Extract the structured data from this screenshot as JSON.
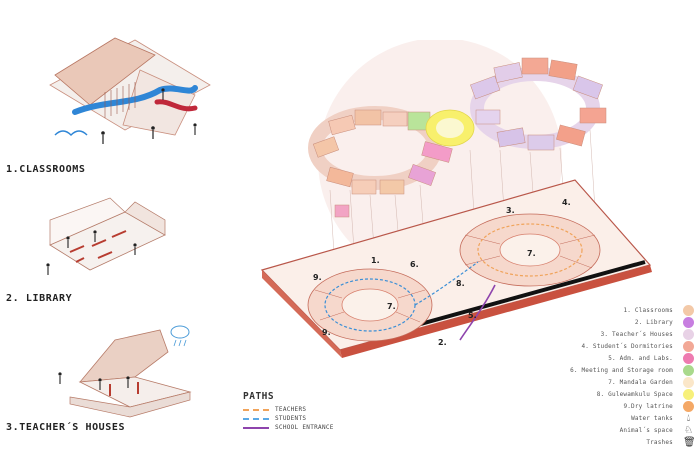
{
  "sections": {
    "classrooms": "1.CLASSROOMS",
    "library": "2. LIBRARY",
    "teachers_houses": "3.TEACHER´S HOUSES"
  },
  "paths": {
    "title": "PATHS",
    "items": [
      {
        "label": "TEACHERS",
        "color": "#f0a35a"
      },
      {
        "label": "STUDENTS",
        "color": "#5aa9e6"
      },
      {
        "label": "SCHOOL ENTRANCE",
        "color": "#8e44ad"
      }
    ]
  },
  "legend": [
    {
      "label": "1. Classrooms",
      "color": "#f3c9a8",
      "icon": "dot"
    },
    {
      "label": "2. Library",
      "color": "#c77ee0",
      "icon": "dot"
    },
    {
      "label": "3. Teacher´s Houses",
      "color": "#e8d2e6",
      "icon": "dot"
    },
    {
      "label": "4. Student´s Dormitories",
      "color": "#f2a896",
      "icon": "dot"
    },
    {
      "label": "5. Adm. and Labs.",
      "color": "#ee7bb0",
      "icon": "dot"
    },
    {
      "label": "6. Meeting and Storage room",
      "color": "#a9d98c",
      "icon": "dot"
    },
    {
      "label": "7. Mandala Garden",
      "color": "#fbe7c9",
      "icon": "dot"
    },
    {
      "label": "8. Gulewamkulu Space",
      "color": "#f7f07a",
      "icon": "dot"
    },
    {
      "label": "9.Dry latrine",
      "color": "#f4a866",
      "icon": "dot"
    },
    {
      "label": "Water tanks",
      "color": "#333333",
      "icon": "water-drop-icon"
    },
    {
      "label": "Animal´s space",
      "color": "#333333",
      "icon": "animal-icon"
    },
    {
      "label": "Trashes",
      "color": "#333333",
      "icon": "trash-icon"
    }
  ],
  "plan_numbers": [
    "1.",
    "2.",
    "3.",
    "4.",
    "5.",
    "6.",
    "7.",
    "7.",
    "8.",
    "9.",
    "9."
  ]
}
